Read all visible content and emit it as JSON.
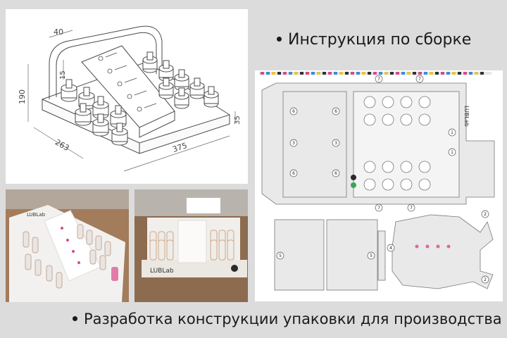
{
  "captions": {
    "assembly": "Инструкция по сборке",
    "development": "Разработка конструкции упаковки для производства"
  },
  "drawing": {
    "dims": {
      "d40": "40",
      "d15": "15",
      "d190": "190",
      "d263": "263",
      "d375": "375",
      "d35": "35"
    }
  },
  "brand": {
    "name": "LUBLab"
  },
  "dieline": {
    "labels": [
      "7",
      "7",
      "6",
      "6",
      "3",
      "3",
      "6",
      "6",
      "1",
      "1",
      "7",
      "7",
      "5",
      "5",
      "4",
      "2",
      "2"
    ]
  },
  "colors": {
    "background": "#dcdcdc",
    "panel": "#ffffff",
    "line": "#555555",
    "accent_pink": "#d64a8c"
  }
}
